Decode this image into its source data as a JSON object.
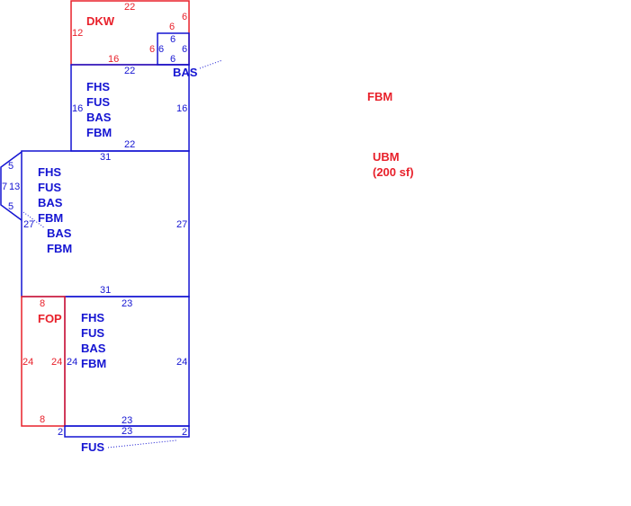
{
  "colors": {
    "red": "#e8202a",
    "blue": "#1414d2"
  },
  "deck": {
    "label": "DKW",
    "top": "22",
    "left": "12",
    "right": "6",
    "bottom": "16",
    "inner_top": "6",
    "inner_left": "6"
  },
  "bay_small": {
    "top": "6",
    "left": "6",
    "right": "6",
    "bottom": "6",
    "callout": "BAS"
  },
  "section2": {
    "top": "22",
    "left": "16",
    "right": "16",
    "bottom": "22",
    "codes": [
      "FHS",
      "FUS",
      "BAS",
      "FBM"
    ]
  },
  "section3": {
    "top": "31",
    "left": "27",
    "right": "27",
    "bottom": "31",
    "codes": [
      "FHS",
      "FUS",
      "BAS",
      "FBM",
      "BAS",
      "FBM"
    ],
    "bay": {
      "top": "5",
      "side": "7",
      "inner": "13",
      "bottom": "5"
    }
  },
  "porch": {
    "label": "FOP",
    "top": "8",
    "left": "24",
    "right": "24",
    "bottom": "8"
  },
  "section4": {
    "top": "23",
    "left": "24",
    "right": "24",
    "bottom": "23",
    "codes": [
      "FHS",
      "FUS",
      "BAS",
      "FBM"
    ]
  },
  "strip": {
    "top": "23",
    "left": "2",
    "right": "2",
    "callout": "FUS"
  },
  "legend": {
    "fbm": "FBM",
    "ubm": "UBM",
    "ubm_area": "(200 sf)"
  }
}
